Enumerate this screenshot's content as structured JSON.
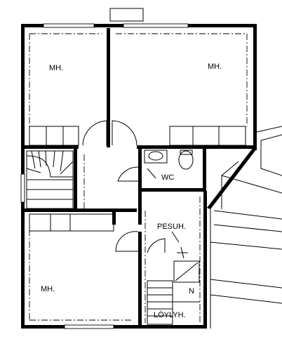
{
  "rooms": {
    "bedroom_top_left": "MH.",
    "bedroom_top_right": "MH.",
    "bedroom_bottom_left": "MH.",
    "wc": "WC",
    "washroom": "PESUH.",
    "utility": "LÖYLYH."
  },
  "markers": {
    "north": "N"
  },
  "colors": {
    "ink": "#000000",
    "paper": "#ffffff"
  }
}
